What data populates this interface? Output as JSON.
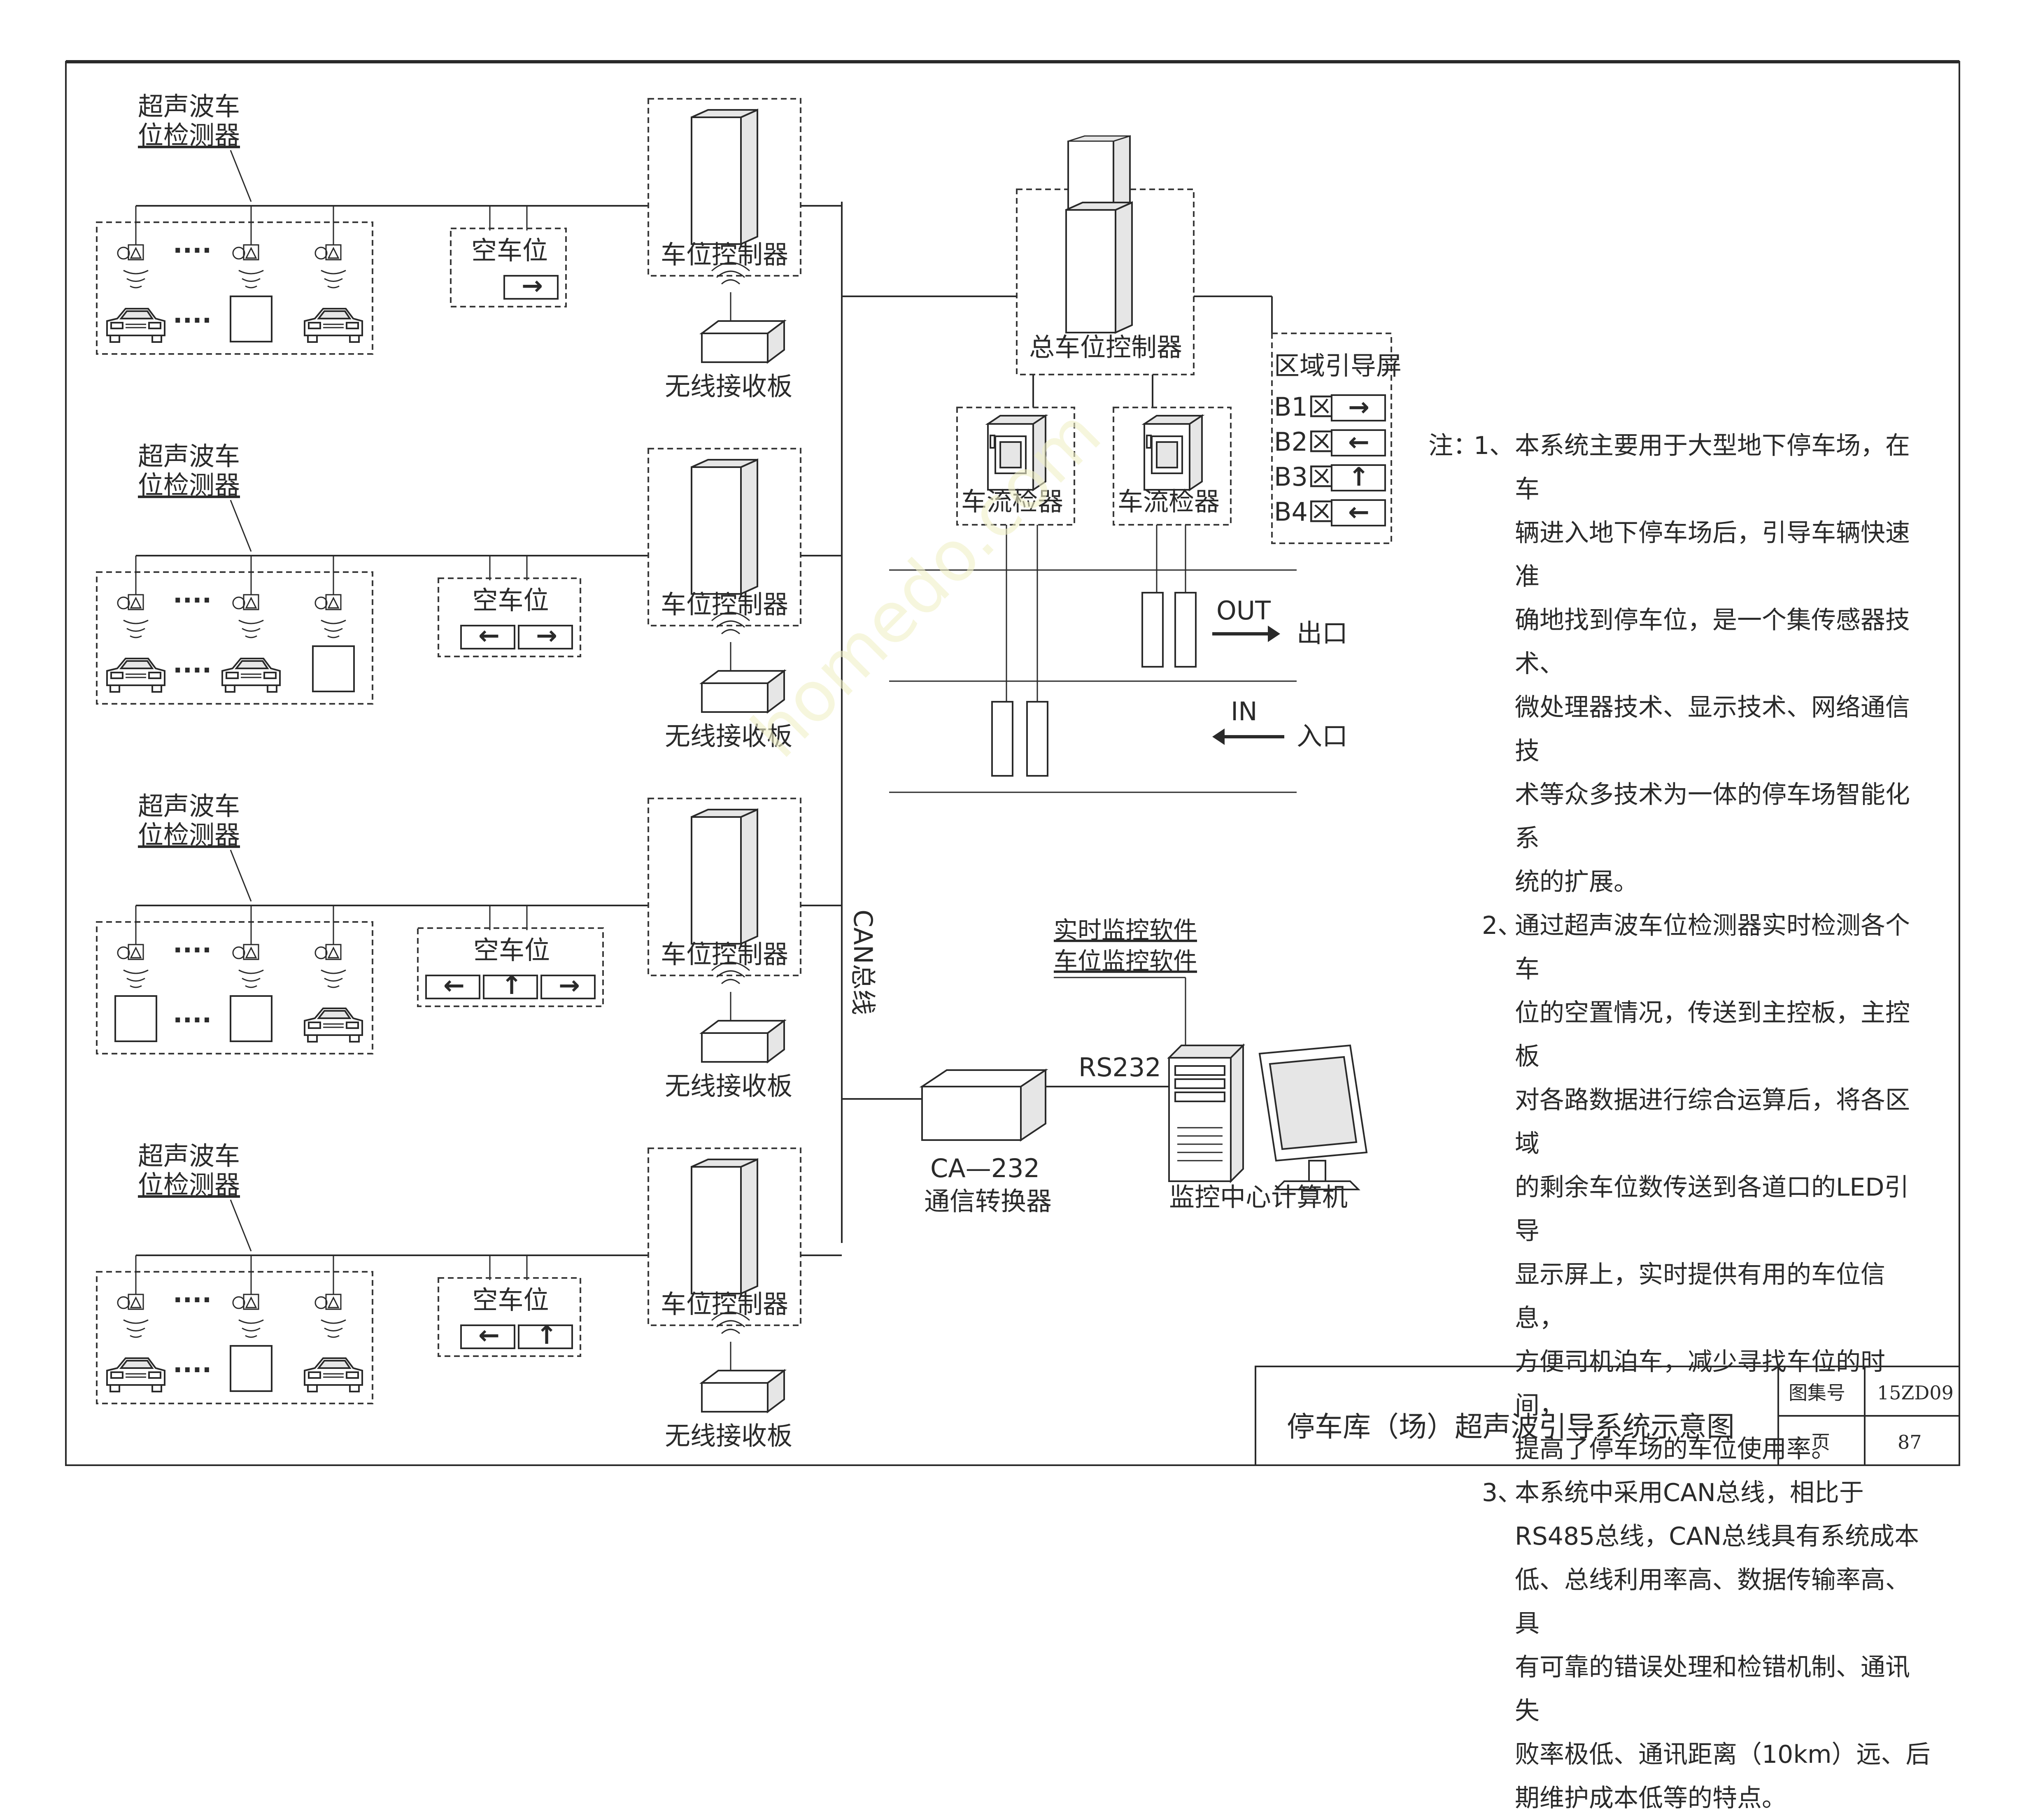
{
  "zones": [
    {
      "detector_label_1": "超声波车",
      "detector_label_2": "位检测器",
      "empty_label": "空车位",
      "controller_label": "车位控制器",
      "receiver_label": "无线接收板",
      "dots": "····"
    },
    {
      "detector_label_1": "超声波车",
      "detector_label_2": "位检测器",
      "empty_label": "空车位",
      "controller_label": "车位控制器",
      "receiver_label": "无线接收板",
      "dots": "····"
    },
    {
      "detector_label_1": "超声波车",
      "detector_label_2": "位检测器",
      "empty_label": "空车位",
      "controller_label": "车位控制器",
      "receiver_label": "无线接收板",
      "dots": "····"
    },
    {
      "detector_label_1": "超声波车",
      "detector_label_2": "位检测器",
      "empty_label": "空车位",
      "controller_label": "车位控制器",
      "receiver_label": "无线接收板",
      "dots": "····"
    }
  ],
  "bus_label": "CAN总线",
  "main_controller_label": "总车位控制器",
  "traffic_detector_label": "车流检器",
  "guide_screen": {
    "title": "区域引导屏",
    "rows": [
      {
        "zone": "B1区",
        "arrow": "→"
      },
      {
        "zone": "B2区",
        "arrow": "←"
      },
      {
        "zone": "B3区",
        "arrow": "↑"
      },
      {
        "zone": "B4区",
        "arrow": "←"
      }
    ]
  },
  "exit": {
    "tag": "OUT",
    "label": "出口"
  },
  "entrance": {
    "tag": "IN",
    "label": "入口"
  },
  "software": {
    "line1": "实时监控软件",
    "line2": "车位监控软件"
  },
  "rs232_label": "RS232",
  "converter": {
    "line1": "CA—232",
    "line2": "通信转换器"
  },
  "computer_label": "监控中心计算机",
  "notes": {
    "head": "注：",
    "items": [
      {
        "num": "1、",
        "lines": [
          "本系统主要用于大型地下停车场，在车",
          "辆进入地下停车场后，引导车辆快速准",
          "确地找到停车位，是一个集传感器技术、",
          "微处理器技术、显示技术、网络通信技",
          "术等众多技术为一体的停车场智能化系",
          "统的扩展。"
        ]
      },
      {
        "num": "2、",
        "lines": [
          "通过超声波车位检测器实时检测各个车",
          "位的空置情况，传送到主控板，主控板",
          "对各路数据进行综合运算后，将各区域",
          "的剩余车位数传送到各道口的LED引导",
          "显示屏上，实时提供有用的车位信息，",
          "方便司机泊车，减少寻找车位的时间，",
          "提高了停车场的车位使用率。"
        ]
      },
      {
        "num": "3、",
        "lines": [
          "本系统中采用CAN总线，相比于",
          "RS485总线，CAN总线具有系统成本",
          "低、总线利用率高、数据传输率高、具",
          "有可靠的错误处理和检错机制、通讯失",
          "败率极低、通讯距离（10km）远、后",
          "期维护成本低等的特点。"
        ]
      }
    ]
  },
  "title_block": {
    "title": "停车库（场）超声波引导系统示意图",
    "atlas_label": "图集号",
    "atlas_no": "15ZD09",
    "page_label": "页",
    "page_no": "87"
  },
  "watermark": "homedo.com"
}
